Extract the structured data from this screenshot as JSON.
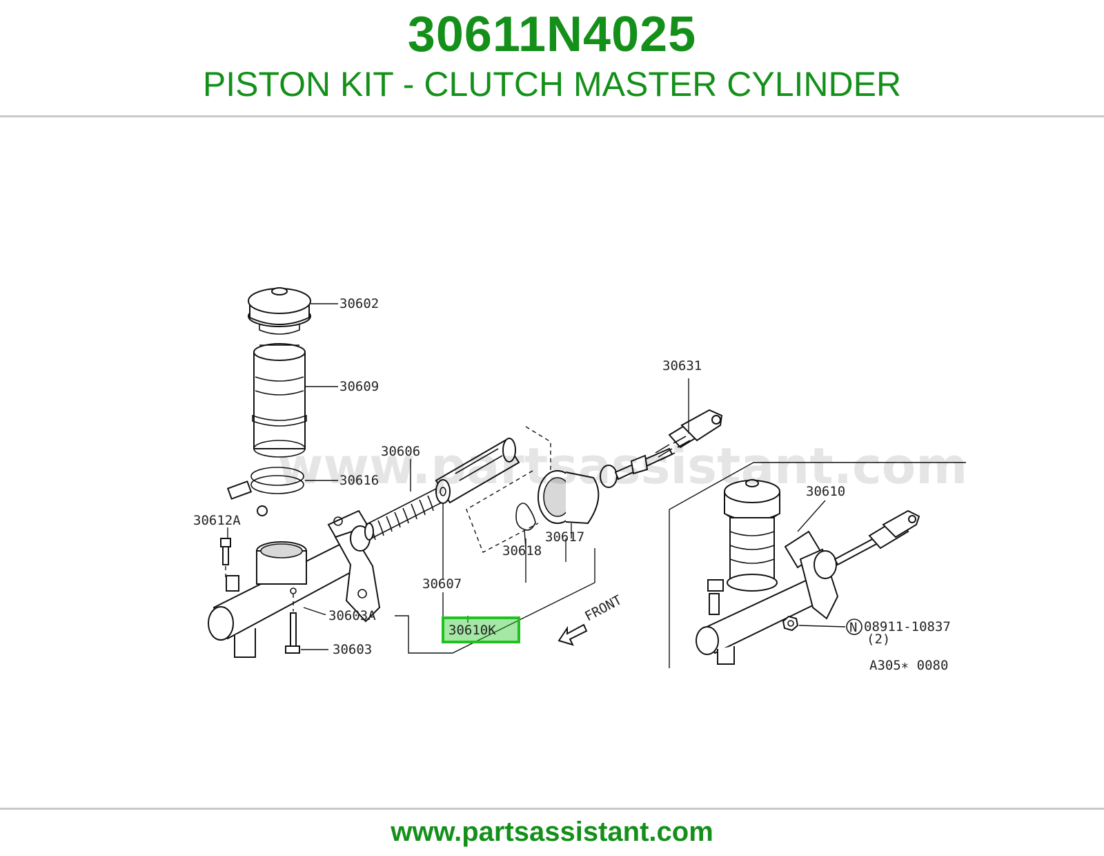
{
  "header": {
    "part_number": "30611N4025",
    "description": "PISTON KIT - CLUTCH MASTER CYLINDER"
  },
  "diagram": {
    "watermark": "www.partsassistant.com",
    "drawing_code": "A305∗ 0080",
    "front_label": "FRONT",
    "highlight_color": "#1fc21f",
    "callouts": {
      "c30602": "30602",
      "c30609": "30609",
      "c30606": "30606",
      "c30616": "30616",
      "c30612A": "30612A",
      "c30617": "30617",
      "c30618": "30618",
      "c30607": "30607",
      "c30603A": "30603A",
      "c30603": "30603",
      "c30610K": "30610K",
      "c30631": "30631",
      "c30610": "30610",
      "c08911": "08911-10837",
      "c08911_qty": "(2)",
      "c08911_prefix": "N"
    }
  },
  "footer": {
    "url": "www.partsassistant.com"
  }
}
